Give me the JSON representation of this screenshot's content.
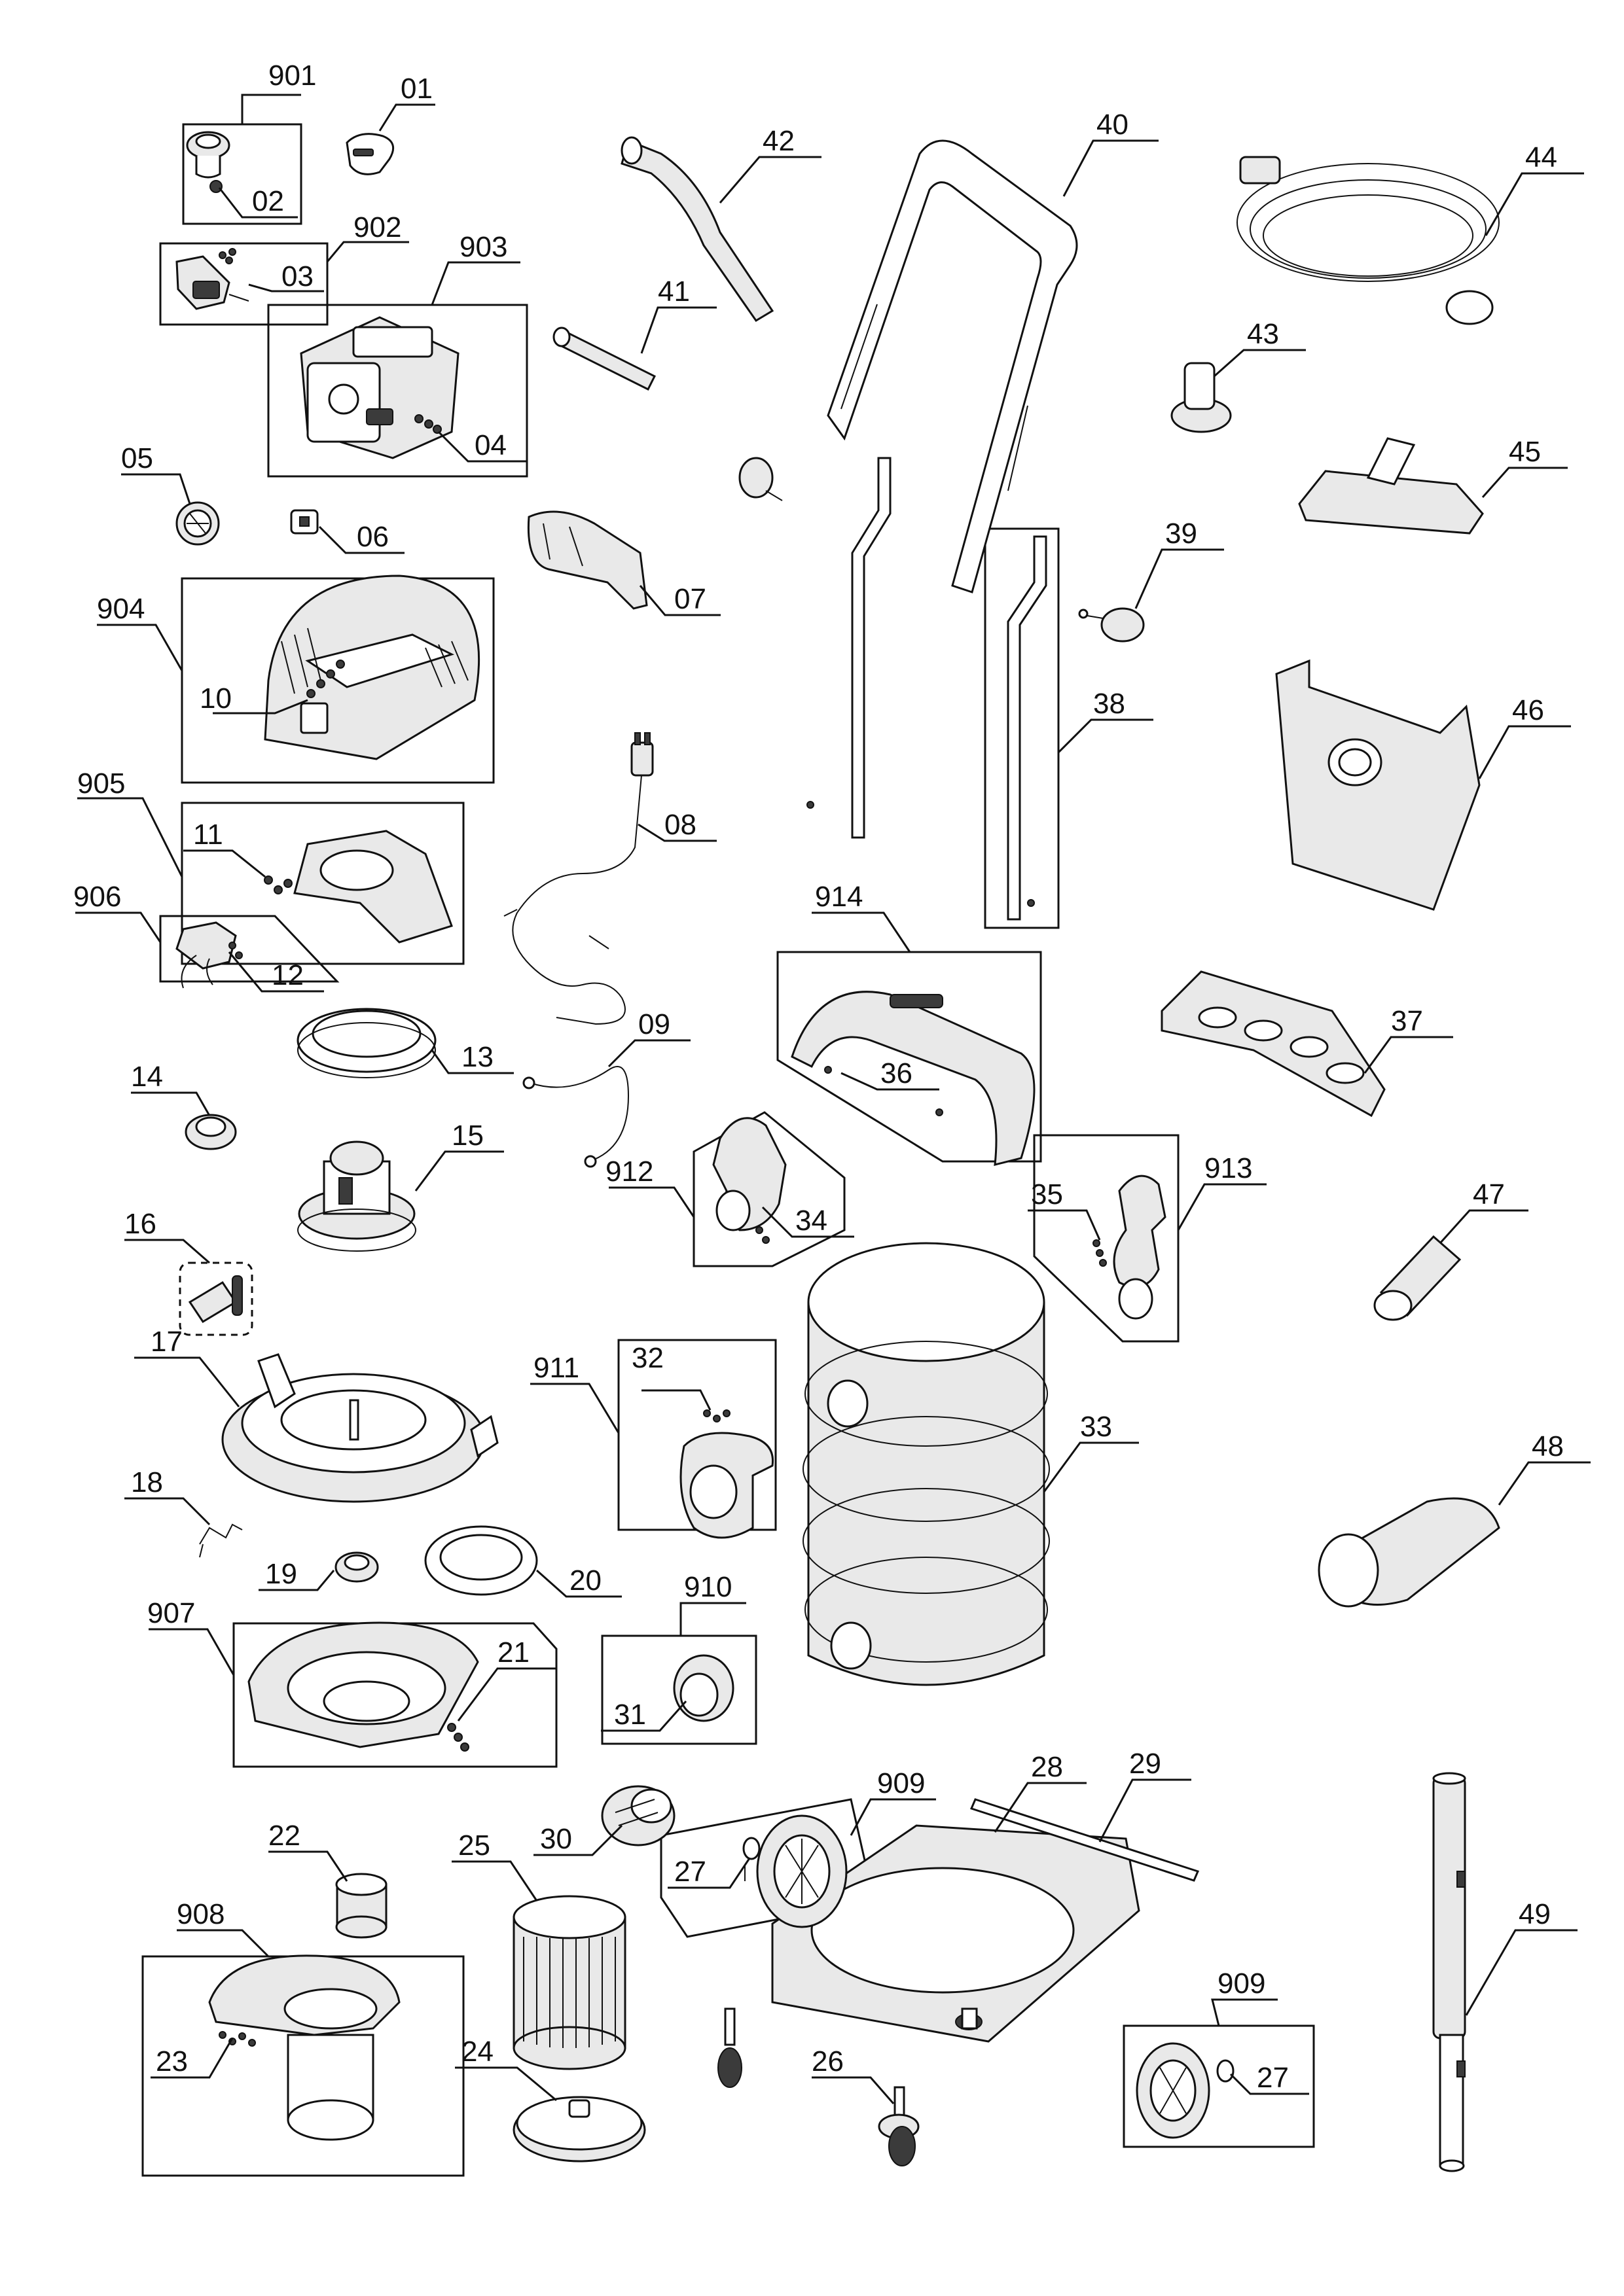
{
  "drawing": {
    "type": "exploded-parts-diagram",
    "colors": {
      "ink": "#111111",
      "paper": "#ffffff",
      "shade": "#e9e9e9"
    },
    "callouts": [
      {
        "id": "c-901",
        "label": "901"
      },
      {
        "id": "c-01",
        "label": "01"
      },
      {
        "id": "c-02",
        "label": "02"
      },
      {
        "id": "c-902",
        "label": "902"
      },
      {
        "id": "c-03",
        "label": "03"
      },
      {
        "id": "c-903",
        "label": "903"
      },
      {
        "id": "c-04",
        "label": "04"
      },
      {
        "id": "c-05",
        "label": "05"
      },
      {
        "id": "c-06",
        "label": "06"
      },
      {
        "id": "c-07",
        "label": "07"
      },
      {
        "id": "c-904",
        "label": "904"
      },
      {
        "id": "c-10",
        "label": "10"
      },
      {
        "id": "c-905",
        "label": "905"
      },
      {
        "id": "c-11",
        "label": "11"
      },
      {
        "id": "c-08",
        "label": "08"
      },
      {
        "id": "c-906",
        "label": "906"
      },
      {
        "id": "c-12",
        "label": "12"
      },
      {
        "id": "c-13",
        "label": "13"
      },
      {
        "id": "c-09",
        "label": "09"
      },
      {
        "id": "c-14",
        "label": "14"
      },
      {
        "id": "c-15",
        "label": "15"
      },
      {
        "id": "c-16",
        "label": "16"
      },
      {
        "id": "c-17",
        "label": "17"
      },
      {
        "id": "c-18",
        "label": "18"
      },
      {
        "id": "c-19",
        "label": "19"
      },
      {
        "id": "c-20",
        "label": "20"
      },
      {
        "id": "c-907",
        "label": "907"
      },
      {
        "id": "c-21",
        "label": "21"
      },
      {
        "id": "c-22",
        "label": "22"
      },
      {
        "id": "c-908",
        "label": "908"
      },
      {
        "id": "c-23",
        "label": "23"
      },
      {
        "id": "c-24",
        "label": "24"
      },
      {
        "id": "c-25",
        "label": "25"
      },
      {
        "id": "c-26",
        "label": "26"
      },
      {
        "id": "c-27a",
        "label": "27"
      },
      {
        "id": "c-27b",
        "label": "27"
      },
      {
        "id": "c-28",
        "label": "28"
      },
      {
        "id": "c-29",
        "label": "29"
      },
      {
        "id": "c-30",
        "label": "30"
      },
      {
        "id": "c-31",
        "label": "31"
      },
      {
        "id": "c-910",
        "label": "910"
      },
      {
        "id": "c-909a",
        "label": "909"
      },
      {
        "id": "c-909b",
        "label": "909"
      },
      {
        "id": "c-911",
        "label": "911"
      },
      {
        "id": "c-32",
        "label": "32"
      },
      {
        "id": "c-33",
        "label": "33"
      },
      {
        "id": "c-912",
        "label": "912"
      },
      {
        "id": "c-34",
        "label": "34"
      },
      {
        "id": "c-913",
        "label": "913"
      },
      {
        "id": "c-35",
        "label": "35"
      },
      {
        "id": "c-914",
        "label": "914"
      },
      {
        "id": "c-36",
        "label": "36"
      },
      {
        "id": "c-37",
        "label": "37"
      },
      {
        "id": "c-38",
        "label": "38"
      },
      {
        "id": "c-39",
        "label": "39"
      },
      {
        "id": "c-40",
        "label": "40"
      },
      {
        "id": "c-41",
        "label": "41"
      },
      {
        "id": "c-42",
        "label": "42"
      },
      {
        "id": "c-43",
        "label": "43"
      },
      {
        "id": "c-44",
        "label": "44"
      },
      {
        "id": "c-45",
        "label": "45"
      },
      {
        "id": "c-46",
        "label": "46"
      },
      {
        "id": "c-47",
        "label": "47"
      },
      {
        "id": "c-48",
        "label": "48"
      },
      {
        "id": "c-49",
        "label": "49"
      }
    ]
  }
}
